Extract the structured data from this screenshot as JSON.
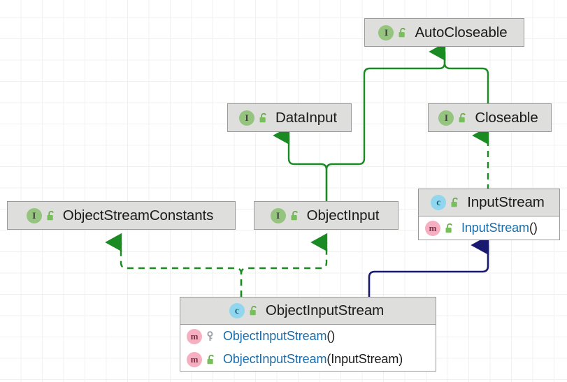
{
  "diagram": {
    "title": "Java IO class hierarchy UML diagram",
    "background": "#ffffff",
    "grid_color": "#f0f0f0",
    "colors": {
      "interface_accent": "#94c47d",
      "class_accent": "#8fd6ee",
      "method_accent": "#f5afc0",
      "inheritance_green": "#1a8a22",
      "inheritance_blue": "#191970",
      "header_fill": "#dededd",
      "border": "#9a9a9a",
      "member_text": "#1b6ca8",
      "title_text": "#1a1a1a"
    },
    "nodes": [
      {
        "id": "autocloseable",
        "name": "AutoCloseable",
        "stereotype_icon": "interface-icon",
        "stereotype_glyph": "I",
        "visibility_icon": "unlocked-padlock-icon",
        "members": []
      },
      {
        "id": "datainput",
        "name": "DataInput",
        "stereotype_icon": "interface-icon",
        "stereotype_glyph": "I",
        "visibility_icon": "unlocked-padlock-icon",
        "members": []
      },
      {
        "id": "closeable",
        "name": "Closeable",
        "stereotype_icon": "interface-icon",
        "stereotype_glyph": "I",
        "visibility_icon": "unlocked-padlock-icon",
        "members": []
      },
      {
        "id": "objectstreamconstants",
        "name": "ObjectStreamConstants",
        "stereotype_icon": "interface-icon",
        "stereotype_glyph": "I",
        "visibility_icon": "unlocked-padlock-icon",
        "members": []
      },
      {
        "id": "objectinput",
        "name": "ObjectInput",
        "stereotype_icon": "interface-icon",
        "stereotype_glyph": "I",
        "visibility_icon": "unlocked-padlock-icon",
        "members": []
      },
      {
        "id": "inputstream",
        "name": "InputStream",
        "stereotype_icon": "class-icon",
        "stereotype_glyph": "c",
        "visibility_icon": "unlocked-padlock-icon",
        "members": [
          {
            "icon": "method-icon",
            "glyph": "m",
            "visibility_icon": "unlocked-padlock-icon",
            "name": "InputStream",
            "signature": "()"
          }
        ]
      },
      {
        "id": "objectinputstream",
        "name": "ObjectInputStream",
        "stereotype_icon": "class-icon",
        "stereotype_glyph": "c",
        "visibility_icon": "unlocked-padlock-icon",
        "members": [
          {
            "icon": "method-icon",
            "glyph": "m",
            "visibility_icon": "key-icon",
            "name": "ObjectInputStream",
            "signature": "()"
          },
          {
            "icon": "method-icon",
            "glyph": "m",
            "visibility_icon": "unlocked-padlock-icon",
            "name": "ObjectInputStream",
            "signature": "(InputStream)"
          }
        ]
      }
    ],
    "edges": [
      {
        "from": "closeable",
        "to": "autocloseable",
        "style": "solid",
        "color": "#1a8a22",
        "kind": "extends"
      },
      {
        "from": "objectinput",
        "to": "autocloseable",
        "style": "solid",
        "color": "#1a8a22",
        "kind": "extends"
      },
      {
        "from": "objectinput",
        "to": "datainput",
        "style": "solid",
        "color": "#1a8a22",
        "kind": "extends"
      },
      {
        "from": "inputstream",
        "to": "closeable",
        "style": "dashed",
        "color": "#1a8a22",
        "kind": "implements"
      },
      {
        "from": "objectinputstream",
        "to": "objectstreamconstants",
        "style": "dashed",
        "color": "#1a8a22",
        "kind": "implements"
      },
      {
        "from": "objectinputstream",
        "to": "objectinput",
        "style": "dashed",
        "color": "#1a8a22",
        "kind": "implements"
      },
      {
        "from": "objectinputstream",
        "to": "inputstream",
        "style": "solid",
        "color": "#191970",
        "kind": "extends"
      }
    ]
  }
}
